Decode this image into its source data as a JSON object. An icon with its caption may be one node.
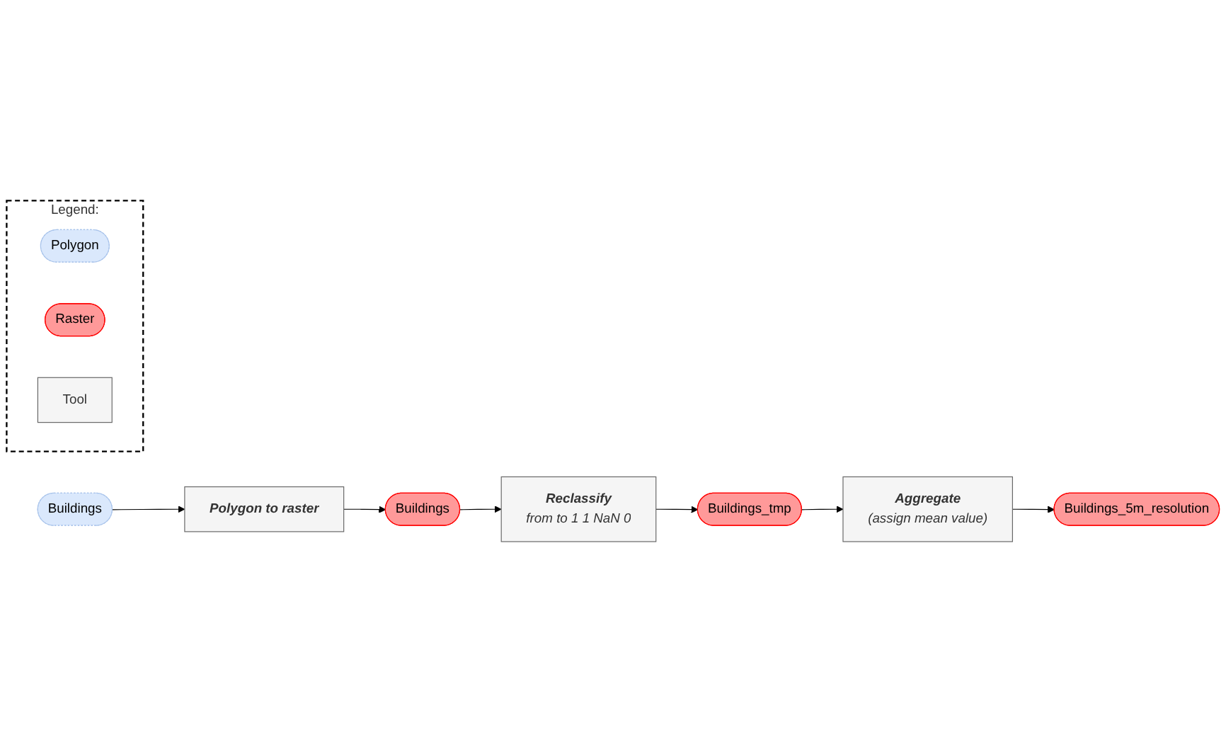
{
  "diagram": {
    "nodes": [
      {
        "text": [
          "Legend:"
        ]
      },
      {
        "text": [
          "Polygon"
        ],
        "in": 0
      },
      {
        "text": [
          "Raster"
        ],
        "in": 0
      },
      {
        "text": [
          "Tool"
        ],
        "in": 0
      },
      {
        "text": [
          "Buildings"
        ]
      },
      {
        "text": [
          "Polygon to raster"
        ]
      },
      {
        "text": [
          "Buildings"
        ]
      },
      {
        "text": [
          "Reclassify",
          "from to 1 1 NaN 0"
        ]
      },
      {
        "text": [
          "Buildings_tmp"
        ]
      },
      {
        "text": [
          "Aggregate",
          "(assign mean value)"
        ]
      },
      {
        "text": [
          "Buildings_5m_resolution"
        ]
      }
    ],
    "edges": [
      {
        "from": 4,
        "to": 5,
        "arrow": "to"
      },
      {
        "from": 5,
        "to": 6,
        "arrow": "to"
      },
      {
        "from": 6,
        "to": 7,
        "arrow": "to"
      },
      {
        "from": 7,
        "to": 8,
        "arrow": "to"
      },
      {
        "from": 8,
        "to": 9,
        "arrow": "to"
      },
      {
        "from": 9,
        "to": 10,
        "arrow": "to"
      }
    ]
  }
}
